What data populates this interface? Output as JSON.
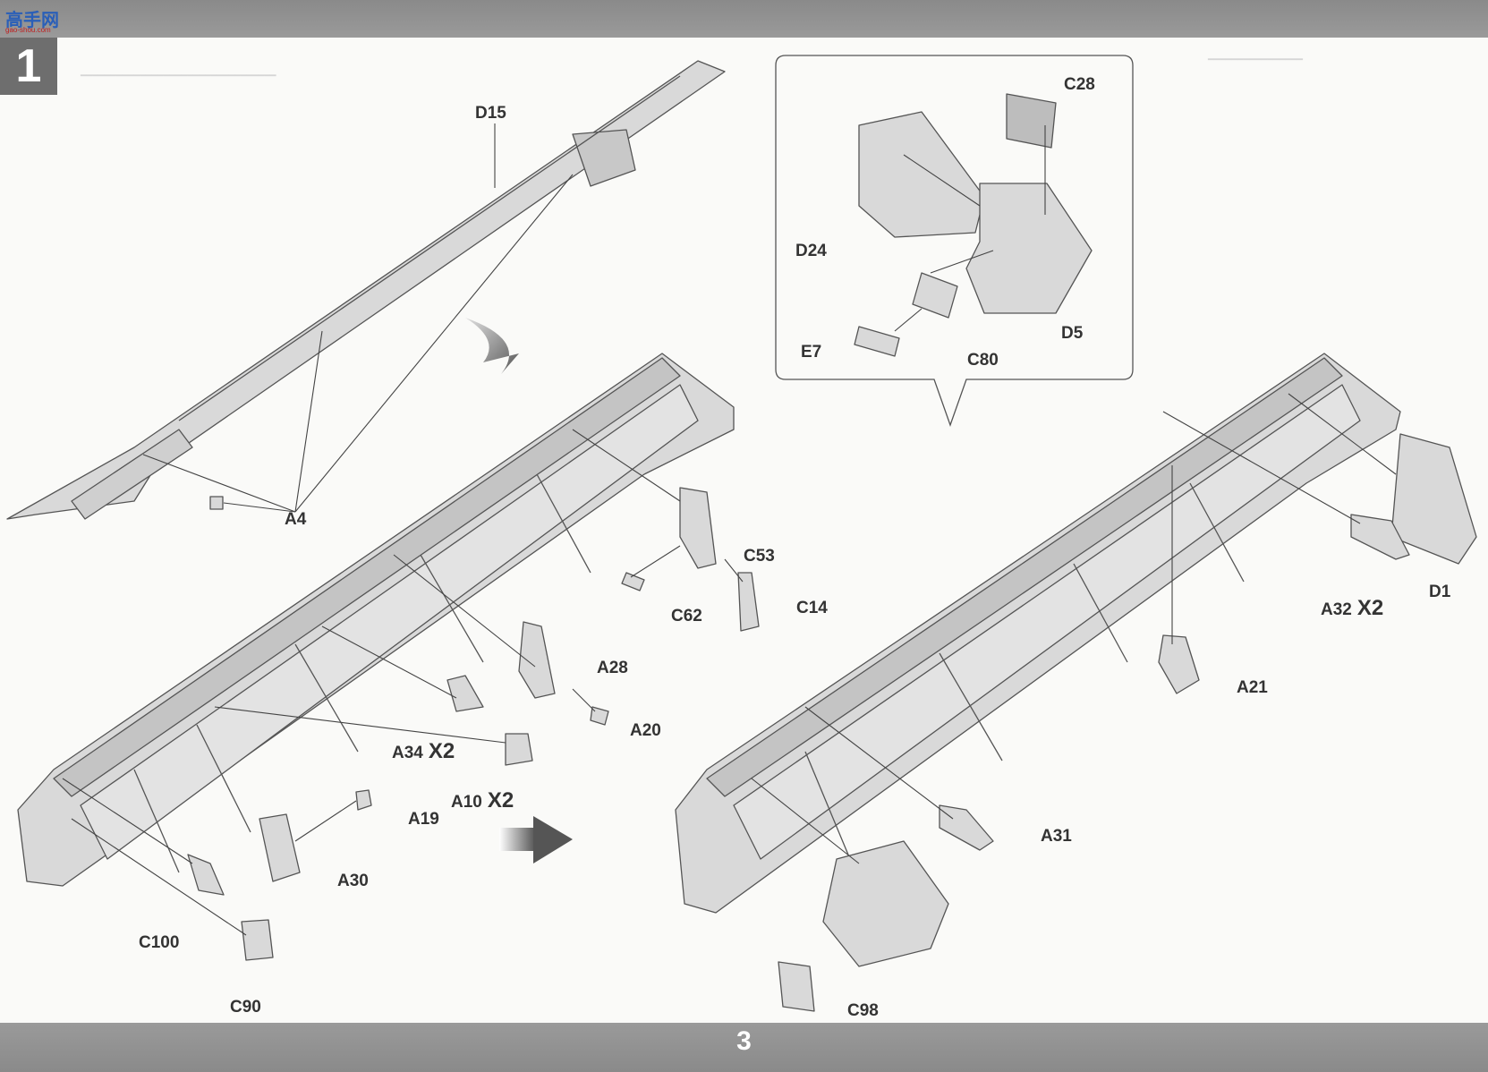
{
  "header": {
    "logo_text": "高手网",
    "logo_url": "gao-shou.com",
    "step_number": "1"
  },
  "footer": {
    "page_number": "3"
  },
  "labels": {
    "D15": "D15",
    "A4": "A4",
    "C28": "C28",
    "D24": "D24",
    "D5": "D5",
    "E7": "E7",
    "C80": "C80",
    "C53": "C53",
    "C62": "C62",
    "C14": "C14",
    "A28": "A28",
    "A20": "A20",
    "A34": "A34",
    "A10": "A10",
    "A19": "A19",
    "A30": "A30",
    "C100": "C100",
    "C90": "C90",
    "D1": "D1",
    "A32": "A32",
    "A21": "A21",
    "A31": "A31",
    "C98": "C98",
    "multiplier": "X2"
  },
  "colors": {
    "part_fill": "#d9d9d9",
    "part_stroke": "#555555",
    "bars": "#8f8f8f"
  }
}
